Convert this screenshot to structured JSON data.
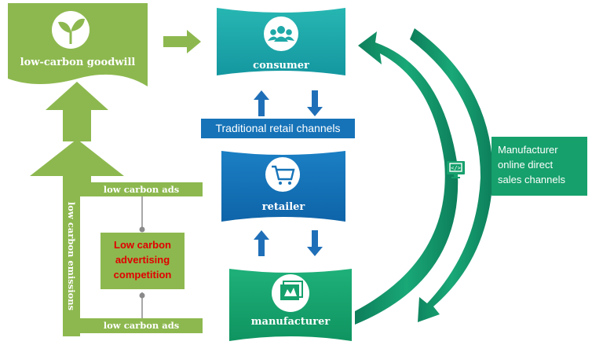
{
  "nodes": {
    "goodwill": {
      "label": "low-carbon goodwill",
      "icon": "sprout-icon"
    },
    "consumer": {
      "label": "consumer",
      "icon": "people-group-icon"
    },
    "retailer": {
      "label": "retailer",
      "icon": "shopping-cart-icon"
    },
    "manufacturer": {
      "label": "manufacturer",
      "icon": "factory-panel-icon"
    }
  },
  "labels": {
    "traditional_retail": "Traditional retail channels",
    "online_direct": [
      "Manufacturer",
      "online direct",
      "sales channels"
    ],
    "online_icon": "code-monitor-icon",
    "low_carbon_ads_top": "low carbon ads",
    "low_carbon_ads_bottom": "low carbon ads",
    "low_carbon_emissions": "low carbon emissions",
    "competition": [
      "Low carbon",
      "advertising",
      "competition"
    ]
  },
  "colors": {
    "light_green": "#8db84f",
    "teal": "#1fa8a8",
    "blue": "#1673b8",
    "green": "#16a06c",
    "arrow_blue": "#1f6fb8",
    "red_text": "#e00000"
  }
}
